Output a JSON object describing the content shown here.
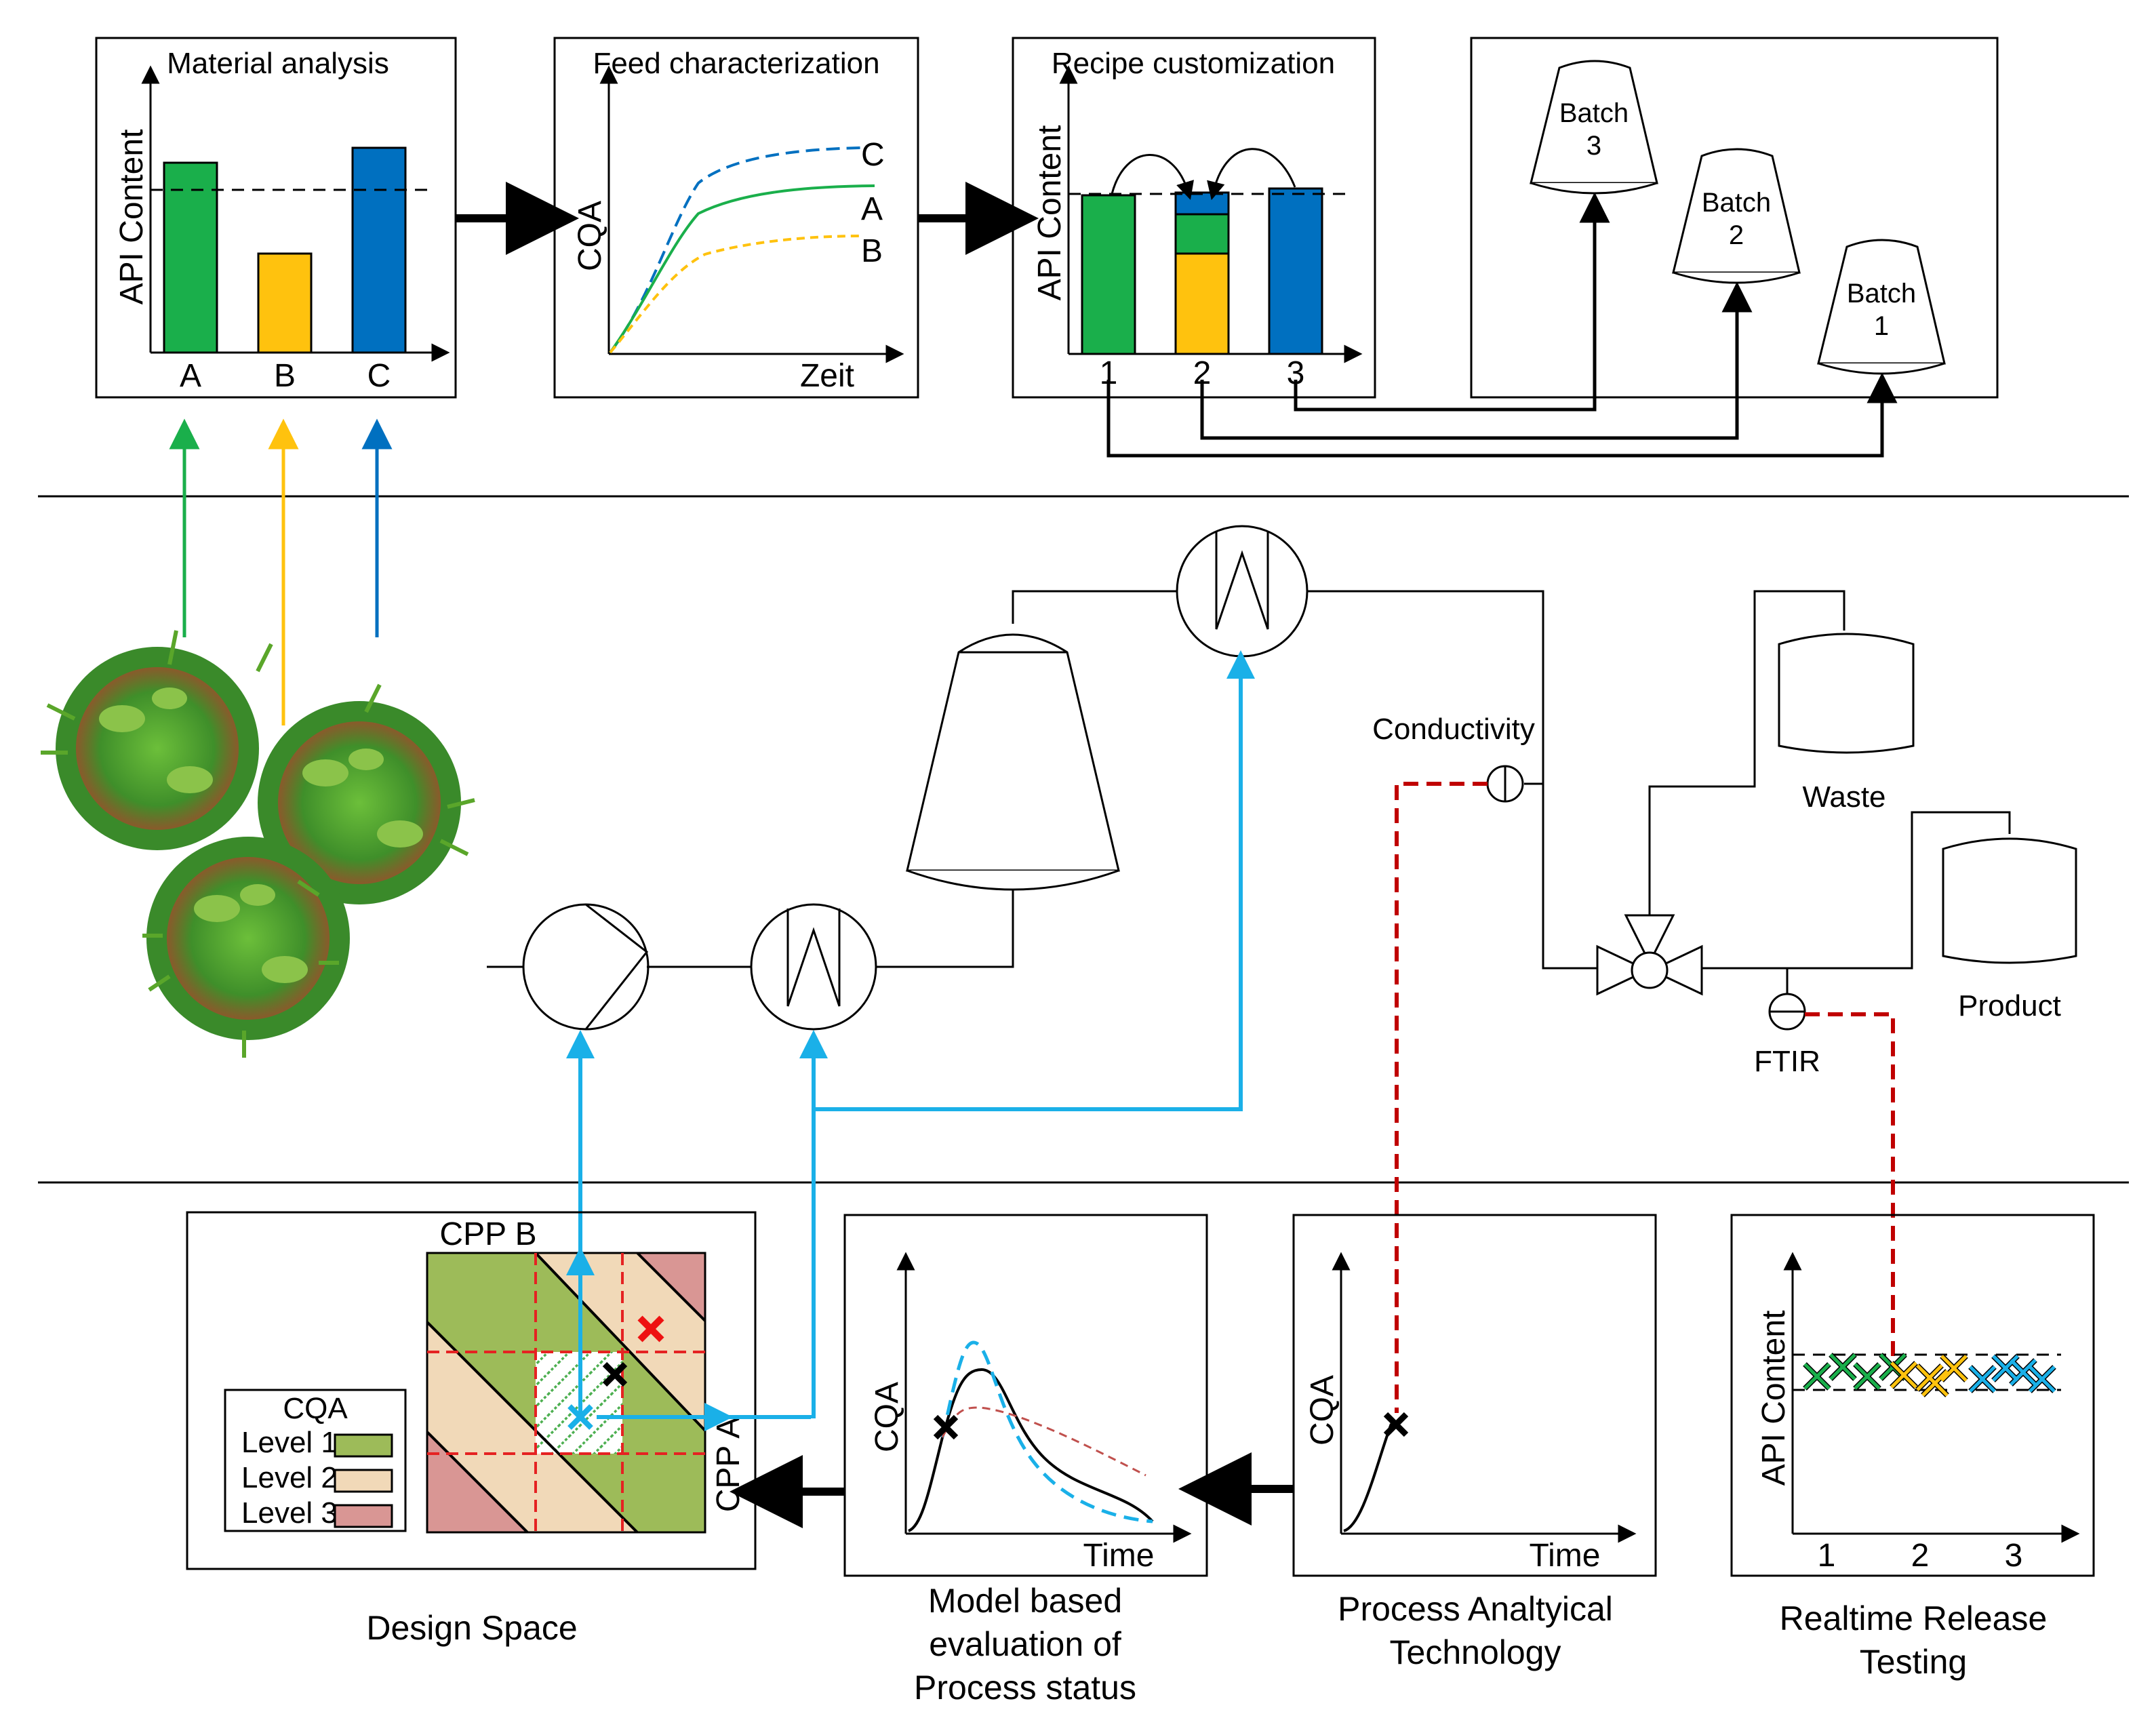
{
  "panels": {
    "material_analysis": {
      "title": "Material analysis",
      "ylabel": "API Content",
      "categories": [
        "A",
        "B",
        "C"
      ]
    },
    "feed": {
      "title": "Feed characterization",
      "ylabel": "CQA",
      "xlabel": "Zeit",
      "curves": [
        "C",
        "A",
        "B"
      ]
    },
    "recipe": {
      "title": "Recipe customization",
      "ylabel": "API Content",
      "categories": [
        "1",
        "2",
        "3"
      ]
    },
    "batches": [
      "Batch",
      "3",
      "Batch",
      "2",
      "Batch",
      "1"
    ]
  },
  "process": {
    "conductivity": "Conductivity",
    "waste": "Waste",
    "product": "Product",
    "ftir": "FTIR"
  },
  "bottom": {
    "design_space": {
      "xlabel": "CPP B",
      "ylabel": "CPP A",
      "legend_title": "CQA",
      "levels": [
        "Level 1",
        "Level 2",
        "Level 3"
      ],
      "caption": "Design Space"
    },
    "model": {
      "ylabel": "CQA",
      "xlabel": "Time",
      "caption": [
        "Model based",
        "evaluation of",
        "Process status"
      ]
    },
    "pat": {
      "ylabel": "CQA",
      "xlabel": "Time",
      "caption": [
        "Process Analtyical",
        "Technology"
      ]
    },
    "rtrt": {
      "ylabel": "API Content",
      "categories": [
        "1",
        "2",
        "3"
      ],
      "caption": [
        "Realtime Release",
        "Testing"
      ]
    }
  },
  "colors": {
    "green": "#1aaf4b",
    "yellow": "#ffc20e",
    "blue": "#0070c0",
    "cyan": "#1ab0e8",
    "red_dash": "#c00000",
    "level1": "#9dbb59",
    "level2": "#f1d9b8",
    "level3": "#d99694"
  }
}
